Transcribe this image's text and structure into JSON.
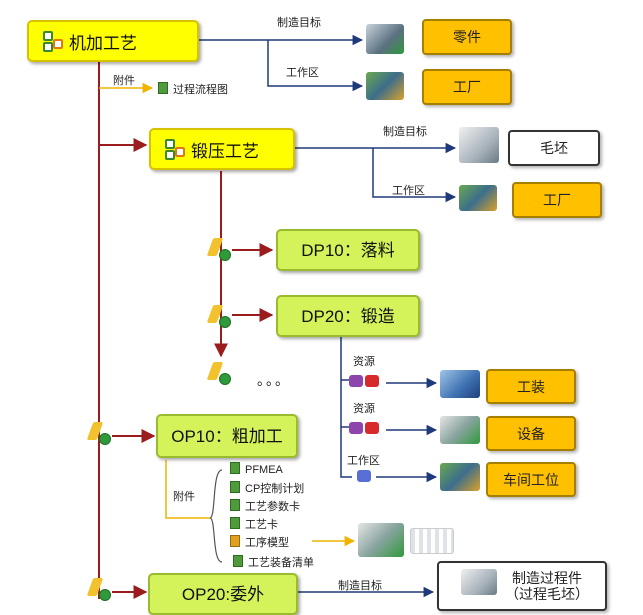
{
  "colors": {
    "process_fill": "#ffff00",
    "operation_fill": "#d4f25a",
    "result_fill": "#ffc000",
    "main_line": "#9b1c1c",
    "side_line": "#1f3a7a",
    "attach_line": "#f0b400"
  },
  "machining": {
    "title": "机加工艺",
    "target_label": "制造目标",
    "target_result": "零件",
    "workzone_label": "工作区",
    "workzone_result": "工厂",
    "attach_label": "附件",
    "attach_item": "过程流程图"
  },
  "forging": {
    "title": "锻压工艺",
    "target_label": "制造目标",
    "target_result": "毛坯",
    "workzone_label": "工作区",
    "workzone_result": "工厂",
    "ops": [
      "DP10：落料",
      "DP20：锻造"
    ],
    "ellipsis": "。。。",
    "resources": [
      {
        "label": "资源",
        "result": "工装"
      },
      {
        "label": "资源",
        "result": "设备"
      },
      {
        "label": "工作区",
        "result": "车间工位"
      }
    ]
  },
  "op10": {
    "title": "OP10：粗加工",
    "attach_label": "附件",
    "attachments": [
      "PFMEA",
      "CP控制计划",
      "工艺参数卡",
      "工艺卡",
      "工序模型",
      "工艺装备清单"
    ]
  },
  "op20": {
    "title": "OP20:委外",
    "target_label": "制造目标",
    "target_result": "制造过程件（过程毛坯）"
  },
  "icons": [
    "process-node-icon",
    "operation-icon",
    "document-icon",
    "resource-icon",
    "part-thumbnail",
    "factory-thumbnail"
  ]
}
